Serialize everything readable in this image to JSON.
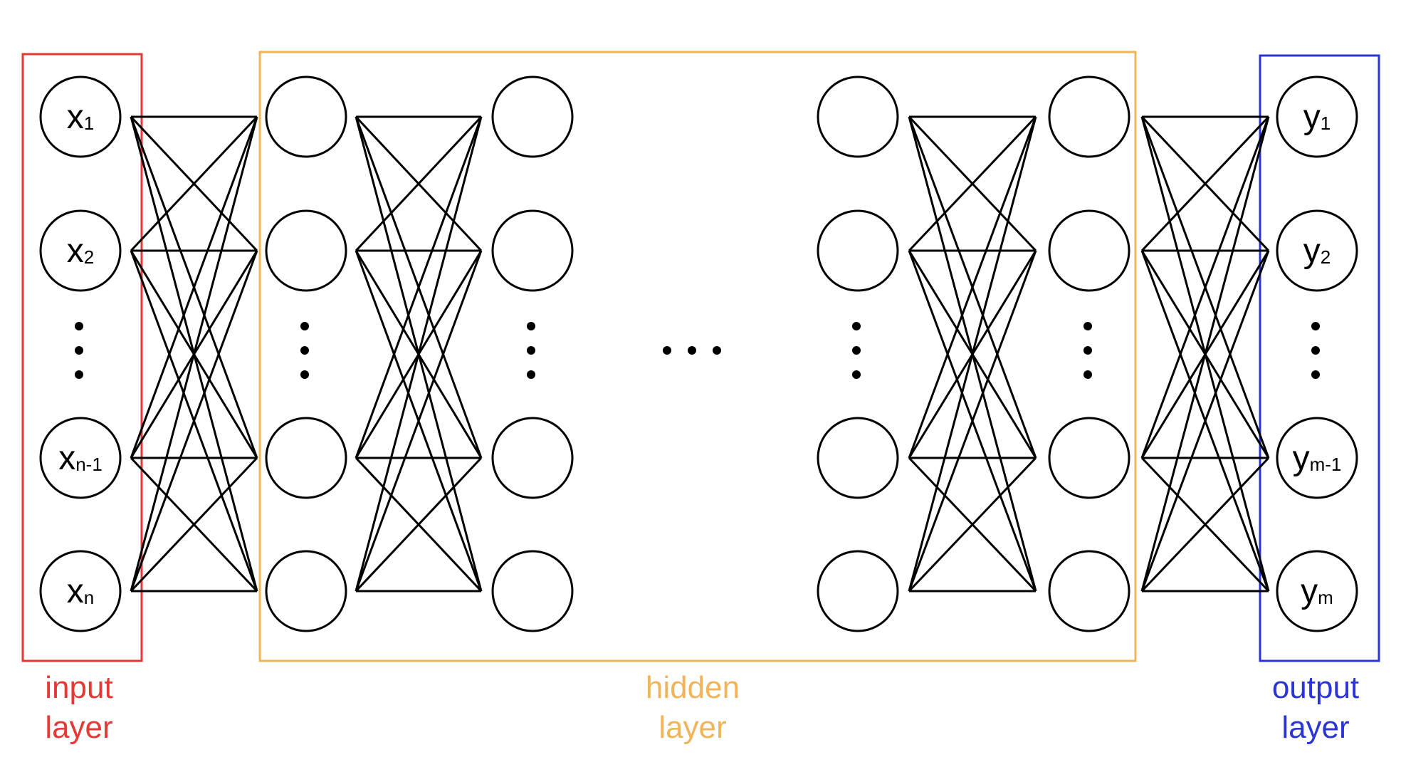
{
  "colors": {
    "input": "#e53935",
    "hidden": "#f2b45a",
    "output": "#2b35d6",
    "stroke": "#000000",
    "background": "#ffffff"
  },
  "groups": [
    {
      "id": "input",
      "line1": "input",
      "line2": "layer"
    },
    {
      "id": "hidden",
      "line1": "hidden",
      "line2": "layer"
    },
    {
      "id": "output",
      "line1": "output",
      "line2": "layer"
    }
  ],
  "input_nodes": [
    {
      "main": "x",
      "sub": "1"
    },
    {
      "main": "x",
      "sub": "2"
    },
    {
      "main": "x",
      "sub": "n-1"
    },
    {
      "main": "x",
      "sub": "n"
    }
  ],
  "output_nodes": [
    {
      "main": "y",
      "sub": "1"
    },
    {
      "main": "y",
      "sub": "2"
    },
    {
      "main": "y",
      "sub": "m-1"
    },
    {
      "main": "y",
      "sub": "m"
    }
  ]
}
